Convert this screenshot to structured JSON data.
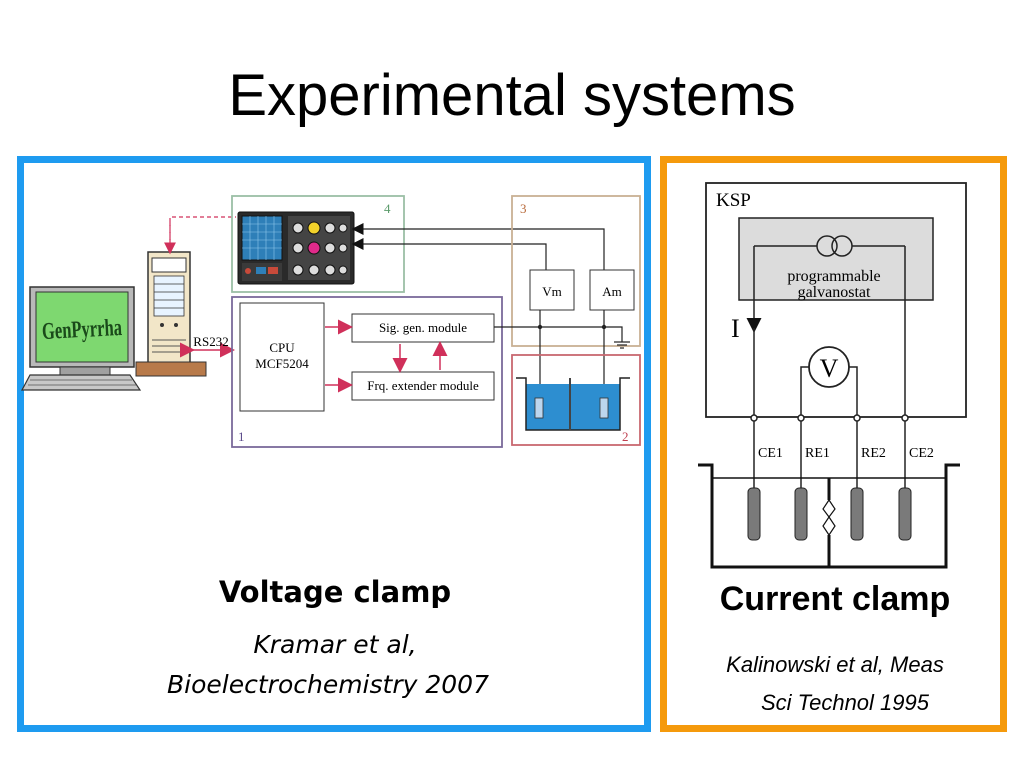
{
  "slide": {
    "title": "Experimental systems"
  },
  "voltage_clamp": {
    "caption": "Voltage clamp",
    "citation_line1": "Kramar et al,",
    "citation_line2": "Bioelectrochemistry 2007",
    "labels": {
      "software": "GenPyrrha",
      "serial": "RS232",
      "cpu_line1": "CPU",
      "cpu_line2": "MCF5204",
      "sig_gen": "Sig. gen. module",
      "frq_ext": "Frq. extender module",
      "vm": "Vm",
      "am": "Am",
      "block1": "1",
      "block2": "2",
      "block3": "3",
      "block4": "4"
    }
  },
  "current_clamp": {
    "caption": "Current clamp",
    "citation_line1": "Kalinowski et al, Meas",
    "citation_line2": "Sci Technol 1995",
    "labels": {
      "ksp": "KSP",
      "galv_line1": "programmable",
      "galv_line2": "galvanostat",
      "current": "I",
      "voltmeter": "V",
      "ce1": "CE1",
      "re1": "RE1",
      "re2": "RE2",
      "ce2": "CE2"
    }
  },
  "colors": {
    "left_border": "#1e9bf0",
    "right_border": "#f59a0c",
    "arrow_red": "#d0305a",
    "monitor_green": "#7ed870",
    "electrolyte": "#2d8ed0"
  }
}
